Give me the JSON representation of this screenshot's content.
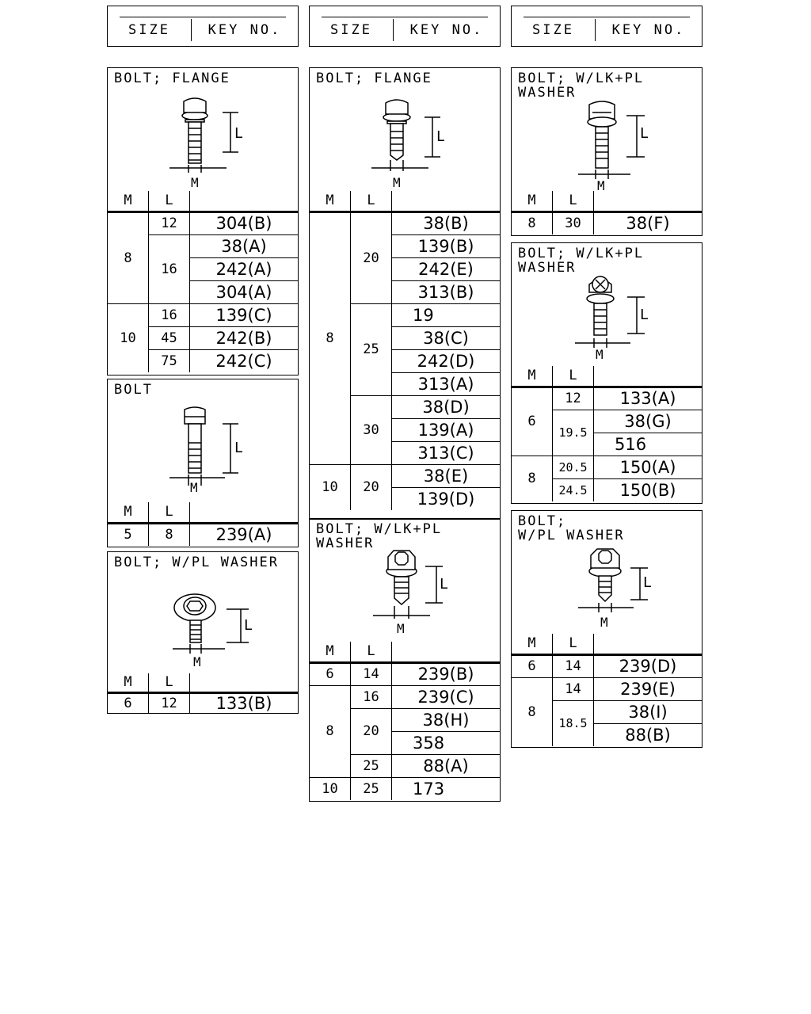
{
  "header": {
    "size_label": "SIZE",
    "key_label": "KEY NO."
  },
  "table_headers": {
    "m": "M",
    "l": "L"
  },
  "figure_labels": {
    "l": "L",
    "m": "M"
  },
  "col1": {
    "s1": {
      "title": "BOLT; FLANGE",
      "rows": [
        [
          "8",
          "12",
          "304(B)"
        ],
        [
          "",
          "16",
          "38(A)"
        ],
        [
          "",
          "",
          "242(A)"
        ],
        [
          "",
          "",
          "304(A)"
        ],
        [
          "10",
          "16",
          "139(C)"
        ],
        [
          "",
          "45",
          "242(B)"
        ],
        [
          "",
          "75",
          "242(C)"
        ]
      ]
    },
    "s2": {
      "title": "BOLT",
      "rows": [
        [
          "5",
          "8",
          "239(A)"
        ]
      ]
    },
    "s3": {
      "title": "BOLT; W/PL WASHER",
      "rows": [
        [
          "6",
          "12",
          "133(B)"
        ]
      ]
    }
  },
  "col2": {
    "s1": {
      "title": "BOLT; FLANGE",
      "rows": [
        [
          "8",
          "20",
          "38(B)"
        ],
        [
          "",
          "",
          "139(B)"
        ],
        [
          "",
          "",
          "242(E)"
        ],
        [
          "",
          "",
          "313(B)"
        ],
        [
          "",
          "25",
          "19"
        ],
        [
          "",
          "",
          "38(C)"
        ],
        [
          "",
          "",
          "242(D)"
        ],
        [
          "",
          "",
          "313(A)"
        ],
        [
          "",
          "30",
          "38(D)"
        ],
        [
          "",
          "",
          "139(A)"
        ],
        [
          "",
          "",
          "313(C)"
        ],
        [
          "10",
          "20",
          "38(E)"
        ],
        [
          "",
          "",
          "139(D)"
        ]
      ]
    },
    "s2": {
      "title": "BOLT; W/LK+PL\nWASHER",
      "rows": [
        [
          "6",
          "14",
          "239(B)"
        ],
        [
          "8",
          "16",
          "239(C)"
        ],
        [
          "",
          "20",
          "38(H)"
        ],
        [
          "",
          "",
          "358"
        ],
        [
          "",
          "25",
          "88(A)"
        ],
        [
          "10",
          "25",
          "173"
        ]
      ]
    }
  },
  "col3": {
    "s1": {
      "title": "BOLT; W/LK+PL\nWASHER",
      "rows": [
        [
          "8",
          "30",
          "38(F)"
        ]
      ]
    },
    "s2": {
      "title": "BOLT; W/LK+PL\nWASHER",
      "rows": [
        [
          "6",
          "12",
          "133(A)"
        ],
        [
          "",
          "19.5",
          "38(G)"
        ],
        [
          "",
          "",
          "516"
        ],
        [
          "8",
          "20.5",
          "150(A)"
        ],
        [
          "",
          "24.5",
          "150(B)"
        ]
      ]
    },
    "s3": {
      "title": "BOLT;\nW/PL WASHER",
      "rows": [
        [
          "6",
          "14",
          "239(D)"
        ],
        [
          "8",
          "14",
          "239(E)"
        ],
        [
          "",
          "18.5",
          "38(I)"
        ],
        [
          "",
          "",
          "88(B)"
        ]
      ]
    }
  }
}
